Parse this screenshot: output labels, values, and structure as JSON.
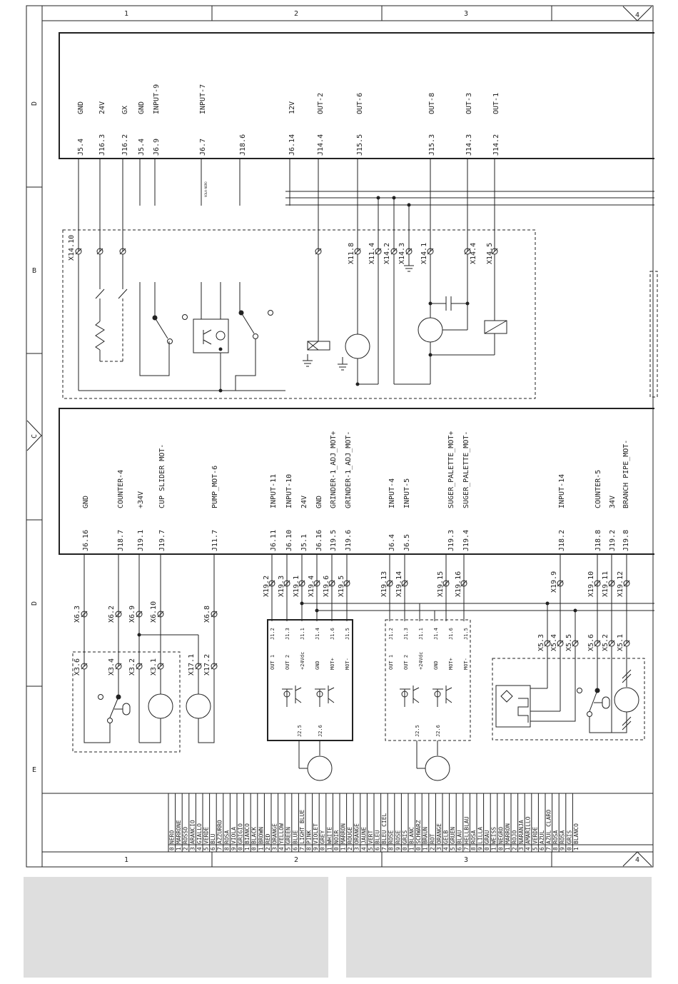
{
  "frame": {
    "columns": [
      "1",
      "2",
      "3",
      "4"
    ],
    "rows": [
      "D",
      "B",
      "C",
      "D",
      "E"
    ]
  },
  "board_top": {
    "signals": [
      "GND",
      "24V",
      "GX",
      "GND",
      "INPUT-9",
      "INPUT-7",
      "12V",
      "OUT-2",
      "OUT-6",
      "OUT-8",
      "OUT-3",
      "OUT-1"
    ],
    "pins": [
      "J5.4",
      "J16.3",
      "J16.2",
      "J5.4",
      "J6.9",
      "J6.7",
      "J18.6",
      "J6.14",
      "J14.4",
      "J15.5",
      "J15.3",
      "J14.3",
      "J14.2"
    ],
    "small_label": "VOLA-NERO"
  },
  "terminals_top": [
    "X14.10",
    "X11.8",
    "X11.4",
    "X14.2",
    "X14.3",
    "X14.1",
    "X14.4",
    "X14.5"
  ],
  "board_bottom": {
    "signals": [
      "GND",
      "COUNTER-4",
      "+34V",
      "CUP SLIDER MOT-",
      "PUMP_MOT-6",
      "INPUT-11",
      "INPUT-10",
      "24V",
      "GND",
      "GRINDER-1_ADJ_MOT+",
      "GRINDER-1_ADJ_MOT-",
      "INPUT-4",
      "INPUT-5",
      "SUGER_PALETTE_MOT+",
      "SUGER_PALETTE_MOT-",
      "INPUT-14",
      "COUNTER-5",
      "34V",
      "BRANCH PIPE_MOT-"
    ],
    "pins": [
      "J6.16",
      "J18.7",
      "J19.1",
      "J19.7",
      "J11.7",
      "J6.11",
      "J6.10",
      "J5.1",
      "J6.16",
      "J19.5",
      "J19.6",
      "J6.4",
      "J6.5",
      "J19.3",
      "J19.4",
      "J18.2",
      "J18.8",
      "J19.2",
      "J19.8"
    ]
  },
  "terminals_bottom": [
    "X6.3",
    "X6.2",
    "X6.9",
    "X6.10",
    "X6.8",
    "X19.2",
    "X19.3",
    "X19.1",
    "X19.4",
    "X19.6",
    "X19.5",
    "X19.13",
    "X19.14",
    "X19.15",
    "X19.16",
    "X19.9",
    "X19.10",
    "X19.11",
    "X19.12"
  ],
  "terminals_lower": [
    "X3.6",
    "X3.4",
    "X3.2",
    "X3.1",
    "X17.1",
    "X17.2",
    "X5.3",
    "X5.4",
    "X5.5",
    "X5.6",
    "X5.2",
    "X5.1"
  ],
  "driver_module": {
    "pins": [
      "J1.2",
      "J1.3",
      "J1.1",
      "J1.4",
      "J1.6",
      "J1.5"
    ],
    "labels": [
      "OUT 1",
      "OUT 2",
      "+24Vdc",
      "GND",
      "MOT+",
      "MOT-"
    ],
    "motor_pins": [
      "J2.5",
      "J2.6"
    ]
  },
  "color_legend": [
    {
      "code": "0",
      "names": [
        "NERO",
        "MARRONE",
        "ROSSO",
        "ARANCIO",
        "GIALLO",
        "VERDE",
        "BLU",
        "AZZURRO",
        "ROSA",
        "VIOLA",
        "GRIGIO",
        "BIANCO"
      ]
    },
    {
      "code": "0",
      "names": [
        "BLACK",
        "BROWN",
        "RED",
        "ORANGE",
        "YELLOW",
        "GREEN",
        "BLUE",
        "LIGHT BLUE",
        "PINK",
        "VIOLET",
        "GREY",
        "WHITE"
      ]
    },
    {
      "code": "0",
      "names": [
        "NOIR",
        "MARRON",
        "ROUGE",
        "ORANGE",
        "JAUNE",
        "VERT",
        "BLEU",
        "BLEU CIEL",
        "ROSE",
        "ROSE",
        "GRIS",
        "BLANC"
      ]
    },
    {
      "code": "0",
      "names": [
        "SCHWARZ",
        "BRAUN",
        "ROT",
        "ORANGE",
        "GELB",
        "GRUEN",
        "BLAU",
        "HELLBLAU",
        "ROSA",
        "LILLA",
        "GRAU",
        "WEISS"
      ]
    },
    {
      "code": "0",
      "names": [
        "NEGRO",
        "MARRON",
        "ROJO",
        "NARANJA",
        "AMARILLO",
        "VERDE",
        "AZUL",
        "AZUL CLARO",
        "ROSA",
        "ROSA",
        "GRIS",
        "BLANCO"
      ]
    }
  ],
  "legend_codes": [
    "0",
    "1",
    "2",
    "3",
    "4",
    "5",
    "6",
    "7",
    "8",
    "9"
  ]
}
